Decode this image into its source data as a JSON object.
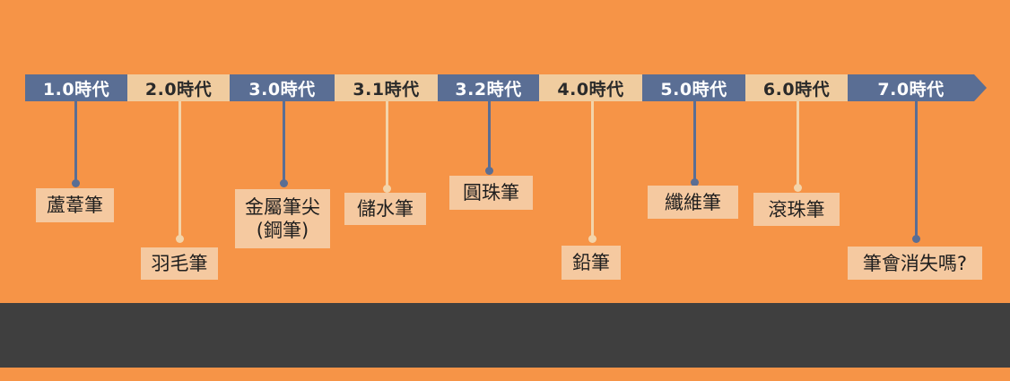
{
  "eras": [
    {
      "label": "1.0時代",
      "item": "蘆葦筆"
    },
    {
      "label": "2.0時代",
      "item": "羽毛筆"
    },
    {
      "label": "3.0時代",
      "item": "金屬筆尖\n(鋼筆)"
    },
    {
      "label": "3.1時代",
      "item": "儲水筆"
    },
    {
      "label": "3.2時代",
      "item": "圓珠筆"
    },
    {
      "label": "4.0時代",
      "item": "鉛筆"
    },
    {
      "label": "5.0時代",
      "item": "纖維筆"
    },
    {
      "label": "6.0時代",
      "item": "滾珠筆"
    },
    {
      "label": "7.0時代",
      "item": "筆會消失嗎?"
    }
  ],
  "colors": {
    "background": "#f69447",
    "band": "#3f3f3f",
    "era_dark": "#5a6e94",
    "era_light": "#f0cc9f",
    "label_bg": "#f5c9a0"
  }
}
